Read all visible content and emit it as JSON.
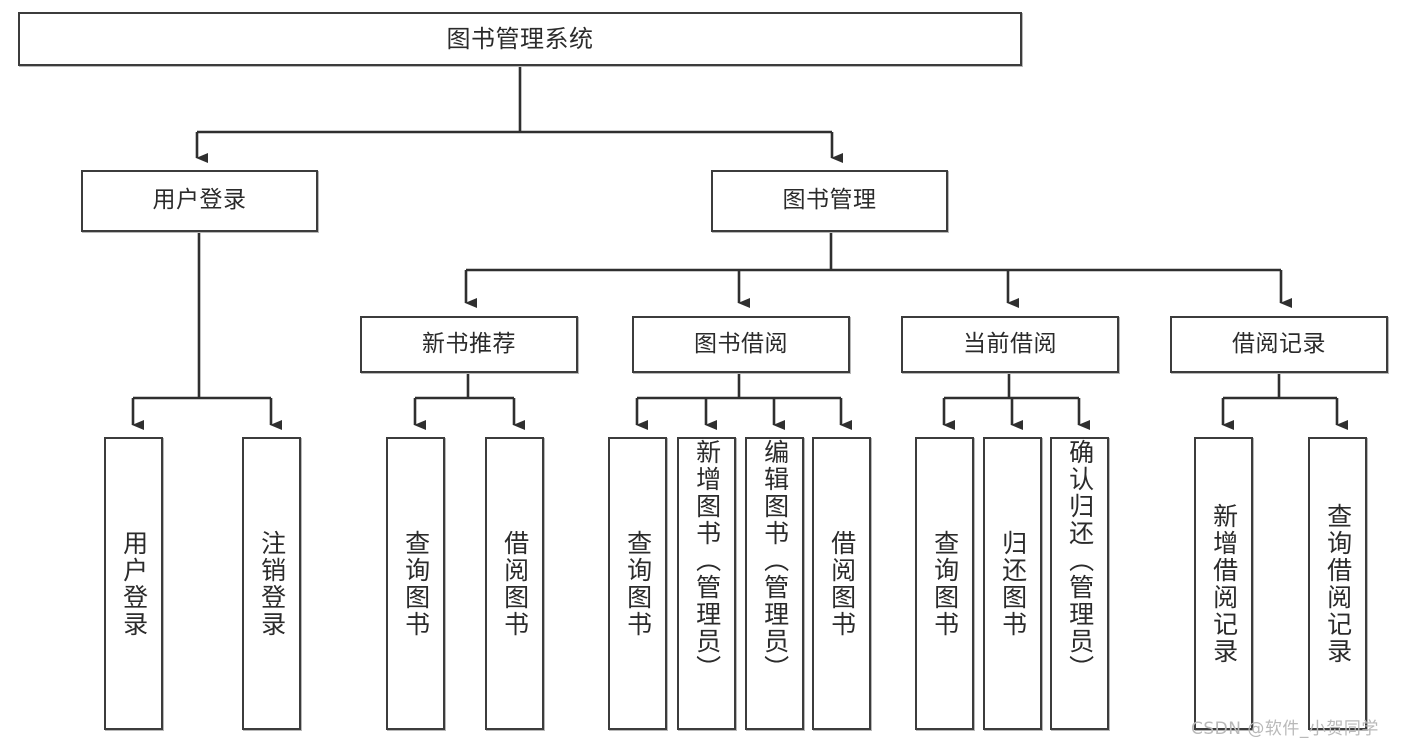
{
  "diagram": {
    "type": "tree-hierarchy",
    "title": "图书管理系统",
    "orientation": "top-down",
    "colors": {
      "border": "#3c3c3c",
      "text": "#2b2b2b",
      "background": "#ffffff",
      "edge": "#2f2f2f",
      "watermark": "#b9b9b9"
    }
  },
  "watermark": {
    "text": "CSDN @软件_小贺同学"
  },
  "nodes": {
    "root": {
      "label": "图书管理系统"
    },
    "level2": [
      {
        "id": "user-login",
        "label": "用户登录"
      },
      {
        "id": "book-manage",
        "label": "图书管理"
      }
    ],
    "level3": [
      {
        "id": "new-book-recommend",
        "label": "新书推荐"
      },
      {
        "id": "book-borrow",
        "label": "图书借阅"
      },
      {
        "id": "current-borrow",
        "label": "当前借阅"
      },
      {
        "id": "borrow-record",
        "label": "借阅记录"
      }
    ],
    "leaves": [
      {
        "id": "leaf-user-login",
        "label": "用户登录",
        "parent": "user-login"
      },
      {
        "id": "leaf-logout",
        "label": "注销登录",
        "parent": "user-login"
      },
      {
        "id": "leaf-query-book-1",
        "label": "查询图书",
        "parent": "new-book-recommend"
      },
      {
        "id": "leaf-borrow-book-1",
        "label": "借阅图书",
        "parent": "new-book-recommend"
      },
      {
        "id": "leaf-query-book-2",
        "label": "查询图书",
        "parent": "book-borrow"
      },
      {
        "id": "leaf-add-book",
        "label": "新增图书（管理员）",
        "parent": "book-borrow"
      },
      {
        "id": "leaf-edit-book",
        "label": "编辑图书（管理员）",
        "parent": "book-borrow"
      },
      {
        "id": "leaf-borrow-book-2",
        "label": "借阅图书",
        "parent": "book-borrow"
      },
      {
        "id": "leaf-query-book-3",
        "label": "查询图书",
        "parent": "current-borrow"
      },
      {
        "id": "leaf-return-book",
        "label": "归还图书",
        "parent": "current-borrow"
      },
      {
        "id": "leaf-confirm-return",
        "label": "确认归还（管理员）",
        "parent": "current-borrow"
      },
      {
        "id": "leaf-add-record",
        "label": "新增借阅记录",
        "parent": "borrow-record"
      },
      {
        "id": "leaf-query-record",
        "label": "查询借阅记录",
        "parent": "borrow-record"
      }
    ]
  }
}
